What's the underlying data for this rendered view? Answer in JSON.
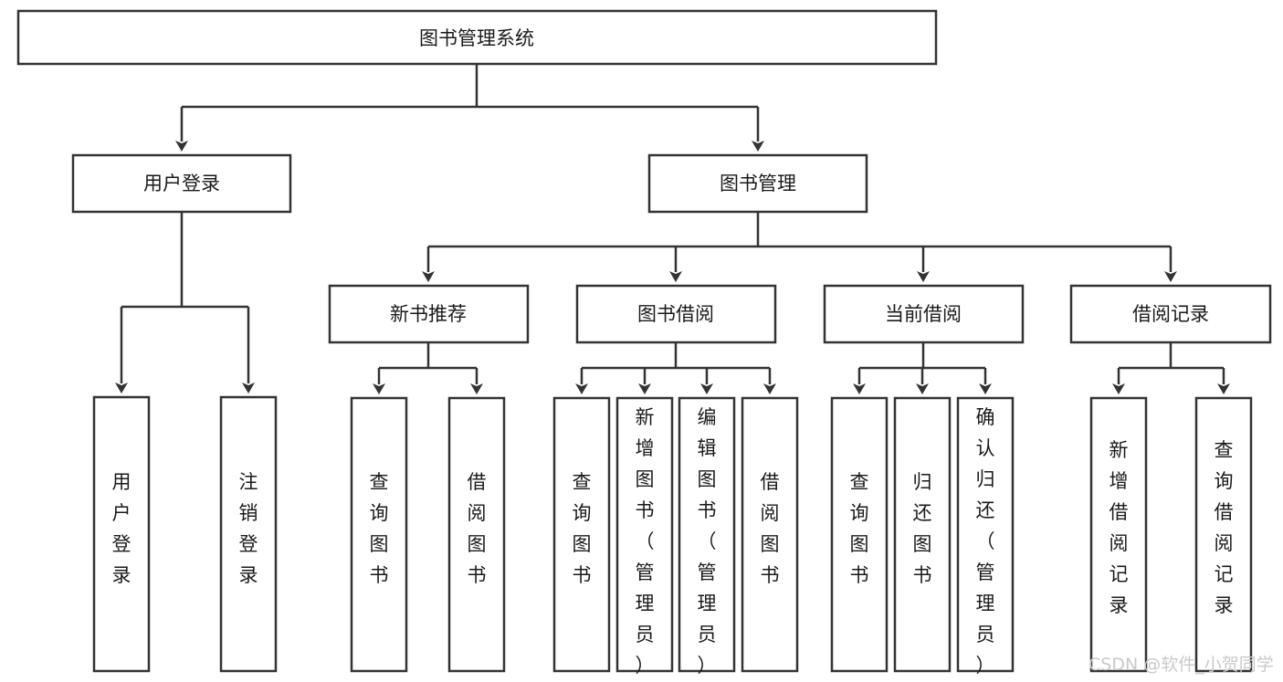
{
  "diagram": {
    "title": "图书管理系统",
    "type": "hierarchy-tree",
    "root": {
      "id": "root",
      "label": "图书管理系统"
    },
    "level2": [
      {
        "id": "user-login",
        "label": "用户登录"
      },
      {
        "id": "book-management",
        "label": "图书管理"
      }
    ],
    "level3": [
      {
        "id": "new-book-recommend",
        "label": "新书推荐",
        "parent": "book-management"
      },
      {
        "id": "book-borrow",
        "label": "图书借阅",
        "parent": "book-management"
      },
      {
        "id": "current-borrow",
        "label": "当前借阅",
        "parent": "book-management"
      },
      {
        "id": "borrow-record",
        "label": "借阅记录",
        "parent": "book-management"
      }
    ],
    "leaves": {
      "user-login": [
        {
          "id": "leaf-user-login",
          "label": "用户登录"
        },
        {
          "id": "leaf-user-logout",
          "label": "注销登录"
        }
      ],
      "new-book-recommend": [
        {
          "id": "leaf-query-book-1",
          "label": "查询图书"
        },
        {
          "id": "leaf-borrow-book-1",
          "label": "借阅图书"
        }
      ],
      "book-borrow": [
        {
          "id": "leaf-query-book-2",
          "label": "查询图书"
        },
        {
          "id": "leaf-add-book",
          "label": "新增图书（管理员）"
        },
        {
          "id": "leaf-edit-book",
          "label": "编辑图书（管理员）"
        },
        {
          "id": "leaf-borrow-book-2",
          "label": "借阅图书"
        }
      ],
      "current-borrow": [
        {
          "id": "leaf-query-book-3",
          "label": "查询图书"
        },
        {
          "id": "leaf-return-book",
          "label": "归还图书"
        },
        {
          "id": "leaf-confirm-return",
          "label": "确认归还（管理员）"
        }
      ],
      "borrow-record": [
        {
          "id": "leaf-add-record",
          "label": "新增借阅记录"
        },
        {
          "id": "leaf-query-record",
          "label": "查询借阅记录"
        }
      ]
    },
    "watermark": "CSDN @软件_小贺同学",
    "colors": {
      "stroke": "#333333",
      "fill": "#ffffff",
      "text": "#1a1a1a",
      "watermark": "#c9c9c9"
    }
  }
}
